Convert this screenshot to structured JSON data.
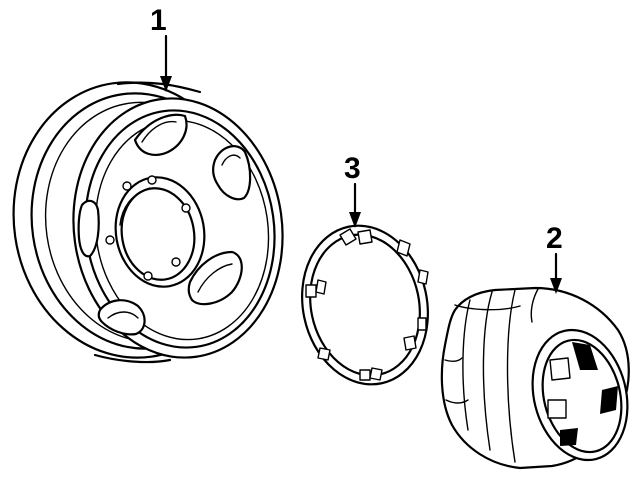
{
  "callouts": {
    "wheel": "1",
    "center_cap": "2",
    "retainer_ring": "3"
  }
}
